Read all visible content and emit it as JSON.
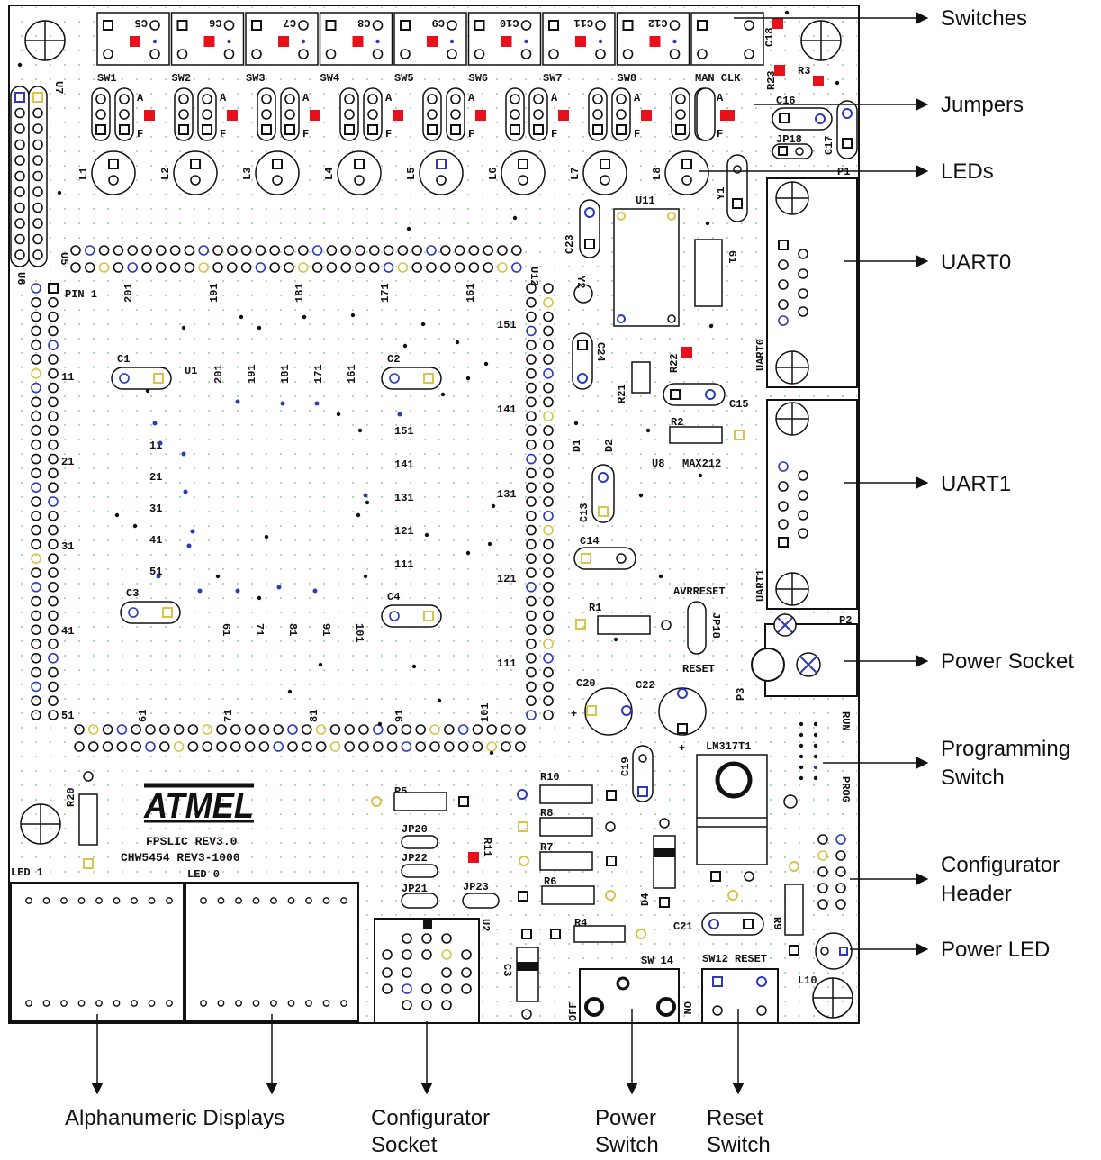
{
  "board": {
    "brand": "ATMEL",
    "line1": "FPSLIC REV3.0",
    "line2": "CHW5454 REV3-1000"
  },
  "callouts_right": [
    {
      "id": "switches",
      "lines": [
        "Switches"
      ]
    },
    {
      "id": "jumpers",
      "lines": [
        "Jumpers"
      ]
    },
    {
      "id": "leds",
      "lines": [
        "LEDs"
      ]
    },
    {
      "id": "uart0",
      "lines": [
        "UART0"
      ]
    },
    {
      "id": "uart1",
      "lines": [
        "UART1"
      ]
    },
    {
      "id": "power-socket",
      "lines": [
        "Power Socket"
      ]
    },
    {
      "id": "programming-switch",
      "lines": [
        "Programming",
        "Switch"
      ]
    },
    {
      "id": "configurator-header",
      "lines": [
        "Configurator",
        "Header"
      ]
    },
    {
      "id": "power-led",
      "lines": [
        "Power LED"
      ]
    }
  ],
  "callouts_bottom": [
    {
      "id": "alphanumeric-displays",
      "lines": [
        "Alphanumeric Displays"
      ]
    },
    {
      "id": "configurator-socket",
      "lines": [
        "Configurator",
        "Socket"
      ]
    },
    {
      "id": "power-switch",
      "lines": [
        "Power",
        "Switch"
      ]
    },
    {
      "id": "reset-switch",
      "lines": [
        "Reset",
        "Switch"
      ]
    }
  ],
  "silkscreen": {
    "switches": [
      "SW1",
      "SW2",
      "SW3",
      "SW4",
      "SW5",
      "SW6",
      "SW7",
      "SW8",
      "MAN CLK"
    ],
    "leds": [
      "L1",
      "L2",
      "L3",
      "L4",
      "L5",
      "L6",
      "L7",
      "L8"
    ],
    "caps_top": [
      "C5",
      "C6",
      "C7",
      "C8",
      "C9",
      "C10",
      "C11",
      "C12"
    ],
    "c18": "C18",
    "r23": "R23",
    "r3": "R3",
    "c16": "C16",
    "jp18": "JP18",
    "c17": "C17",
    "p1": "P1",
    "y1": "Y1",
    "u11": "U11",
    "c23": "C23",
    "y2": "Y2",
    "u7": "U7",
    "u6": "U6",
    "u5": "U5",
    "u12": "U12",
    "pin1": "PIN 1",
    "c1": "C1",
    "c2": "C2",
    "c3": "C3",
    "c4": "C4",
    "u1": "U1",
    "c24": "C24",
    "r22": "R22",
    "r21": "R21",
    "c15": "C15",
    "r2": "R2",
    "d1": "D1",
    "d2": "D2",
    "u8": "U8",
    "max212": "MAX212",
    "c13": "C13",
    "c14": "C14",
    "avrreset": "AVRRESET",
    "r1": "R1",
    "reset": "RESET",
    "c20": "C20",
    "c22": "C22",
    "p2": "P2",
    "p3": "P3",
    "run": "RUN",
    "prog": "PROG",
    "c19": "C19",
    "lm317": "LM317T1",
    "r20": "R20",
    "r5": "R5",
    "r10": "R10",
    "r8": "R8",
    "r7": "R7",
    "r6": "R6",
    "r4": "R4",
    "r11": "R11",
    "r9": "R9",
    "jp20": "JP20",
    "jp22": "JP22",
    "jp21": "JP21",
    "jp23": "JP23",
    "d4": "D4",
    "c21": "C21",
    "c3b": "C3",
    "u2": "U2",
    "led1": "LED 1",
    "led0": "LED 0",
    "sw14": "SW 14",
    "sw12": "SW12 RESET",
    "off": "OFF",
    "on": "ON",
    "l10": "L10",
    "uart0": "UART0",
    "uart1": "UART1",
    "pins_u5": [
      "201",
      "191",
      "181",
      "171",
      "161"
    ],
    "pins_u1": [
      "201",
      "191",
      "181",
      "171",
      "161"
    ],
    "pins_left": [
      "11",
      "21",
      "31",
      "41",
      "51"
    ],
    "pins_right": [
      "151",
      "141",
      "131",
      "121",
      "111"
    ],
    "pins_inner_left": [
      "11",
      "21",
      "31",
      "41",
      "51"
    ],
    "pins_inner_right": [
      "151",
      "141",
      "131",
      "121",
      "111"
    ],
    "pins_inner_bottom": [
      "61",
      "71",
      "81",
      "91",
      "101"
    ],
    "pins_bottom": [
      "61",
      "71",
      "81",
      "91",
      "101"
    ]
  },
  "colors": {
    "outline": "#111111",
    "pad_red": "#e8101a",
    "pad_blue": "#2b3ab8",
    "pad_yellow": "#d9c34a",
    "grid_dot": "#7bbf7b"
  }
}
